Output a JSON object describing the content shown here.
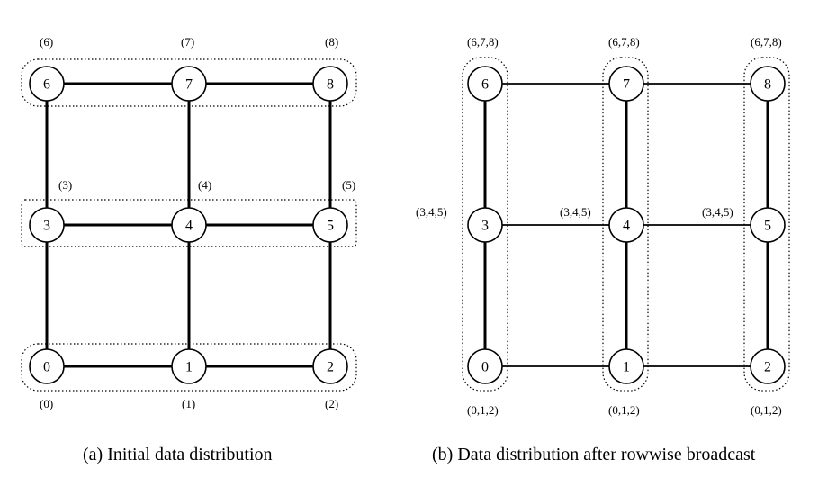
{
  "panel_a": {
    "caption": "(a)  Initial data distribution",
    "nodes": [
      "0",
      "1",
      "2",
      "3",
      "4",
      "5",
      "6",
      "7",
      "8"
    ],
    "data_labels": {
      "n0": "(0)",
      "n1": "(1)",
      "n2": "(2)",
      "n3": "(3)",
      "n4": "(4)",
      "n5": "(5)",
      "n6": "(6)",
      "n7": "(7)",
      "n8": "(8)"
    }
  },
  "panel_b": {
    "caption": "(b)  Data distribution after rowwise broadcast",
    "nodes": [
      "0",
      "1",
      "2",
      "3",
      "4",
      "5",
      "6",
      "7",
      "8"
    ],
    "data_labels": {
      "top": "(6,7,8)",
      "middle": "(3,4,5)",
      "bottom": "(0,1,2)"
    }
  }
}
